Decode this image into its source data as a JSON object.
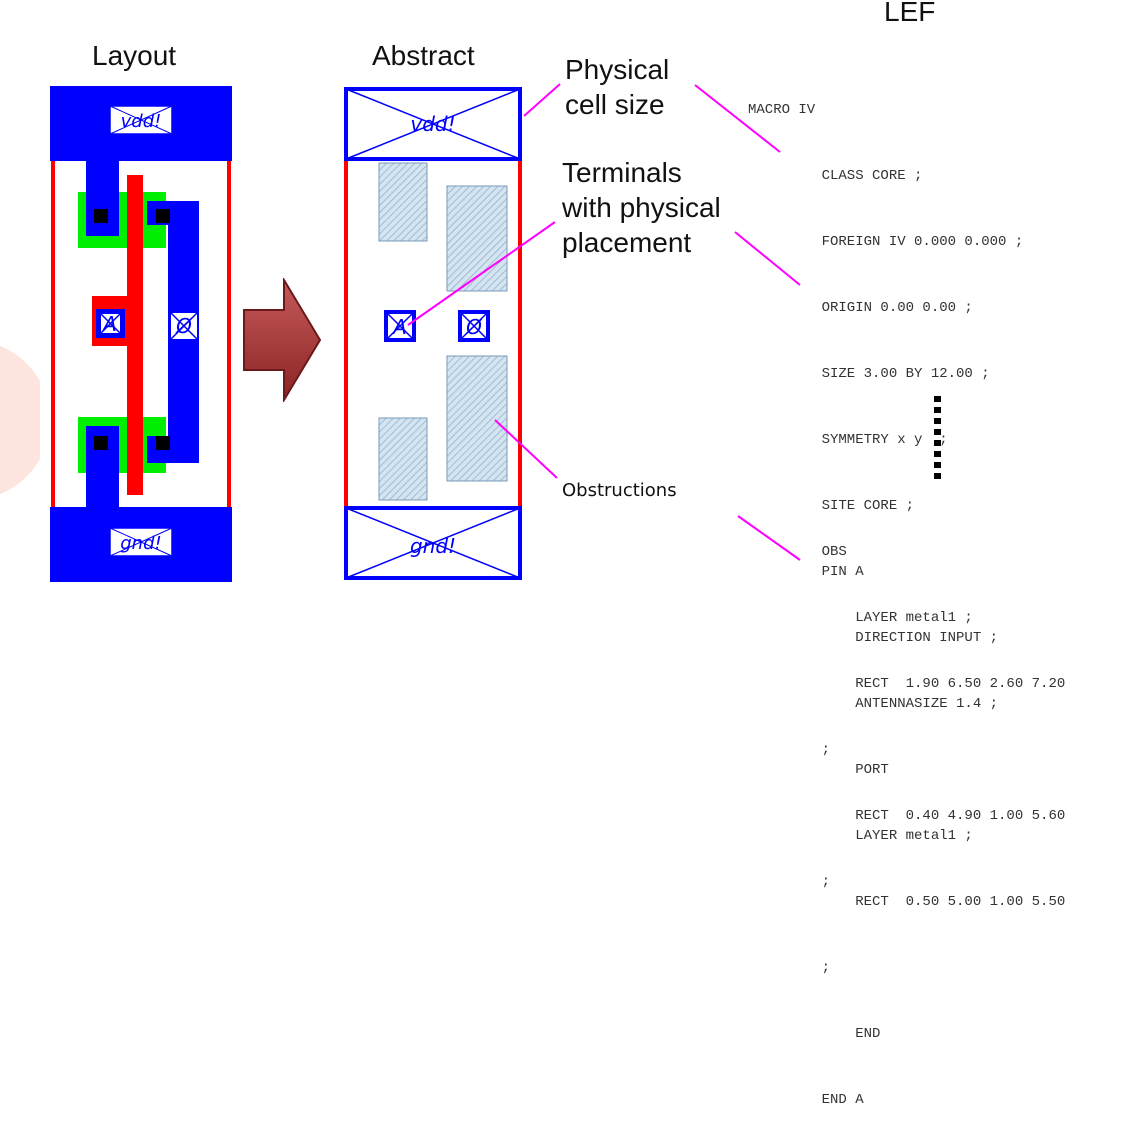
{
  "headings": {
    "layout": "Layout",
    "abstract": "Abstract",
    "lef": "LEF"
  },
  "layout_cell": {
    "top_pin": "vdd!",
    "bottom_pin": "gnd!",
    "pin_a": "A",
    "pin_z": "Ø"
  },
  "abstract_cell": {
    "top_pin": "vdd!",
    "bottom_pin": "gnd!",
    "pin_a": "A",
    "pin_z": "Ø"
  },
  "callouts": {
    "cell_size": [
      "Physical",
      "cell size"
    ],
    "terminals": [
      "Terminals",
      "with physical",
      "placement"
    ],
    "obstructions": "Obstructions"
  },
  "lef_lines": [
    "MACRO IV",
    "    CLASS CORE ;",
    "    FOREIGN IV 0.000 0.000 ;",
    "    ORIGIN 0.00 0.00 ;",
    "    SIZE 3.00 BY 12.00 ;",
    "    SYMMETRY x y  ;",
    "    SITE CORE ;",
    "    PIN A",
    "        DIRECTION INPUT ;",
    "        ANTENNASIZE 1.4 ;",
    "        PORT",
    "        LAYER metal1 ;",
    "        RECT  0.50 5.00 1.00 5.50",
    "    ;",
    "        END",
    "    END A",
    "    OBS",
    "        LAYER metal1 ;",
    "        RECT  1.90 6.50 2.60 7.20",
    "    ;",
    "        RECT  0.40 4.90 1.00 5.60",
    "    ;"
  ],
  "colors": {
    "metal_blue": "#0000ff",
    "poly_red": "#ff0000",
    "diffusion_green": "#00ee00",
    "arrow_fill": "#a03030",
    "leader_line": "#ff00ff",
    "obstruction_fill": "#c8dcea"
  }
}
